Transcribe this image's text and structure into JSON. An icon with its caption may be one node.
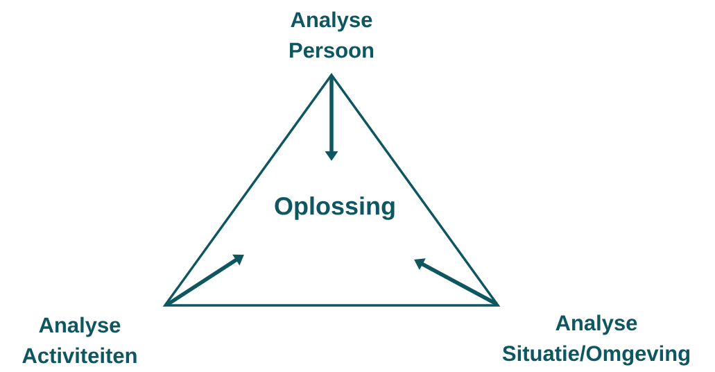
{
  "diagram": {
    "nodes": [
      {
        "text": [],
        "shape": "triangle"
      },
      {
        "text": [
          "Analyse Persoon"
        ]
      },
      {
        "text": [
          "Analyse Activiteiten"
        ]
      },
      {
        "text": [
          "Analyse Situatie/Omgeving"
        ]
      },
      {
        "text": [
          "Oplossing"
        ],
        "in": 0
      }
    ],
    "edges": [
      {
        "from": 1,
        "to": 4,
        "arrow": "to"
      },
      {
        "from": 2,
        "to": 4,
        "arrow": "to"
      },
      {
        "from": 3,
        "to": 4,
        "arrow": "to"
      }
    ]
  }
}
